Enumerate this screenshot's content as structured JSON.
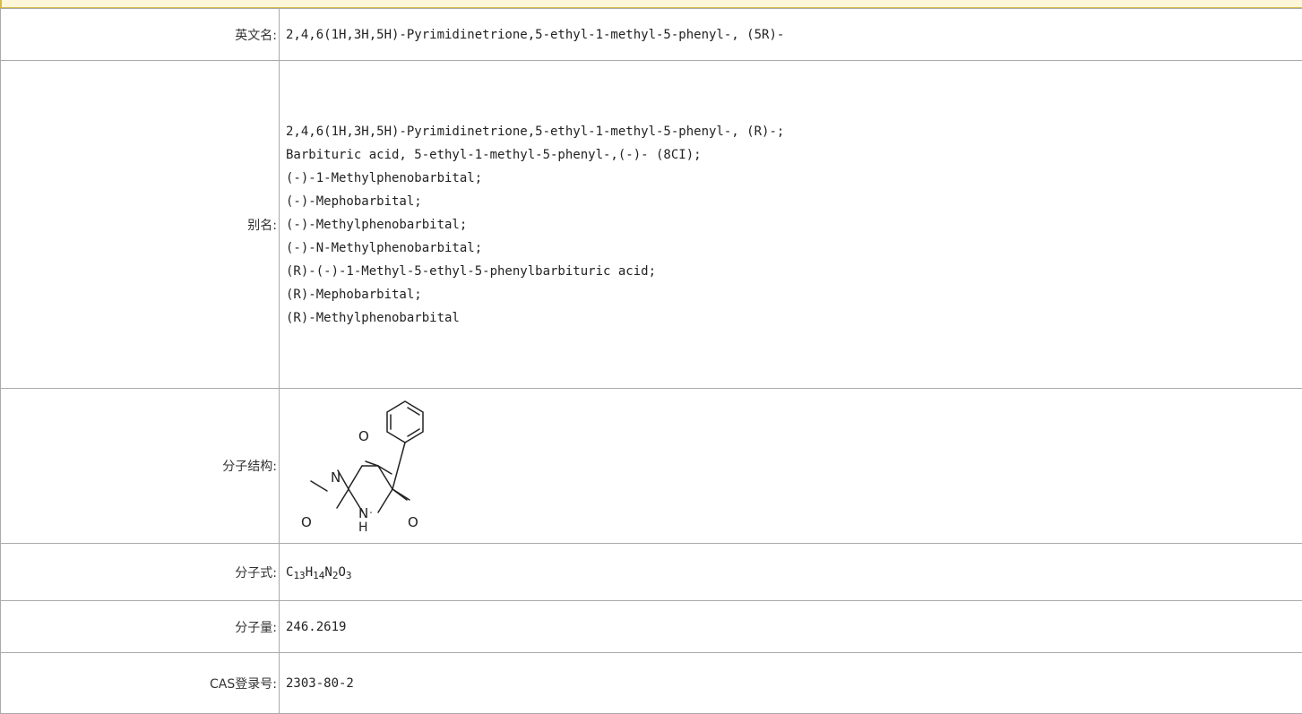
{
  "rows": {
    "english_name": {
      "label": "英文名:",
      "value": "2,4,6(1H,3H,5H)-Pyrimidinetrione,5-ethyl-1-methyl-5-phenyl-, (5R)-"
    },
    "aliases": {
      "label": "别名:",
      "items": [
        "2,4,6(1H,3H,5H)-Pyrimidinetrione,5-ethyl-1-methyl-5-phenyl-, (R)-;",
        "Barbituric acid, 5-ethyl-1-methyl-5-phenyl-,(-)- (8CI);",
        "(-)-1-Methylphenobarbital;",
        "(-)-Mephobarbital;",
        "(-)-Methylphenobarbital;",
        "(-)-N-Methylphenobarbital;",
        "(R)-(-)-1-Methyl-5-ethyl-5-phenylbarbituric acid;",
        "(R)-Mephobarbital;",
        "(R)-Methylphenobarbital"
      ]
    },
    "structure": {
      "label": "分子结构:",
      "atoms": {
        "o_top": "O",
        "n_left": "N",
        "o_bottom_left": "O",
        "n_bottom": "N",
        "h_bottom": "H",
        "o_bottom_right": "O"
      }
    },
    "formula": {
      "label": "分子式:",
      "parts": [
        {
          "el": "C",
          "n": "13"
        },
        {
          "el": "H",
          "n": "14"
        },
        {
          "el": "N",
          "n": "2"
        },
        {
          "el": "O",
          "n": "3"
        }
      ]
    },
    "weight": {
      "label": "分子量:",
      "value": "246.2619"
    },
    "cas": {
      "label": "CAS登录号:",
      "value": "2303-80-2"
    }
  }
}
